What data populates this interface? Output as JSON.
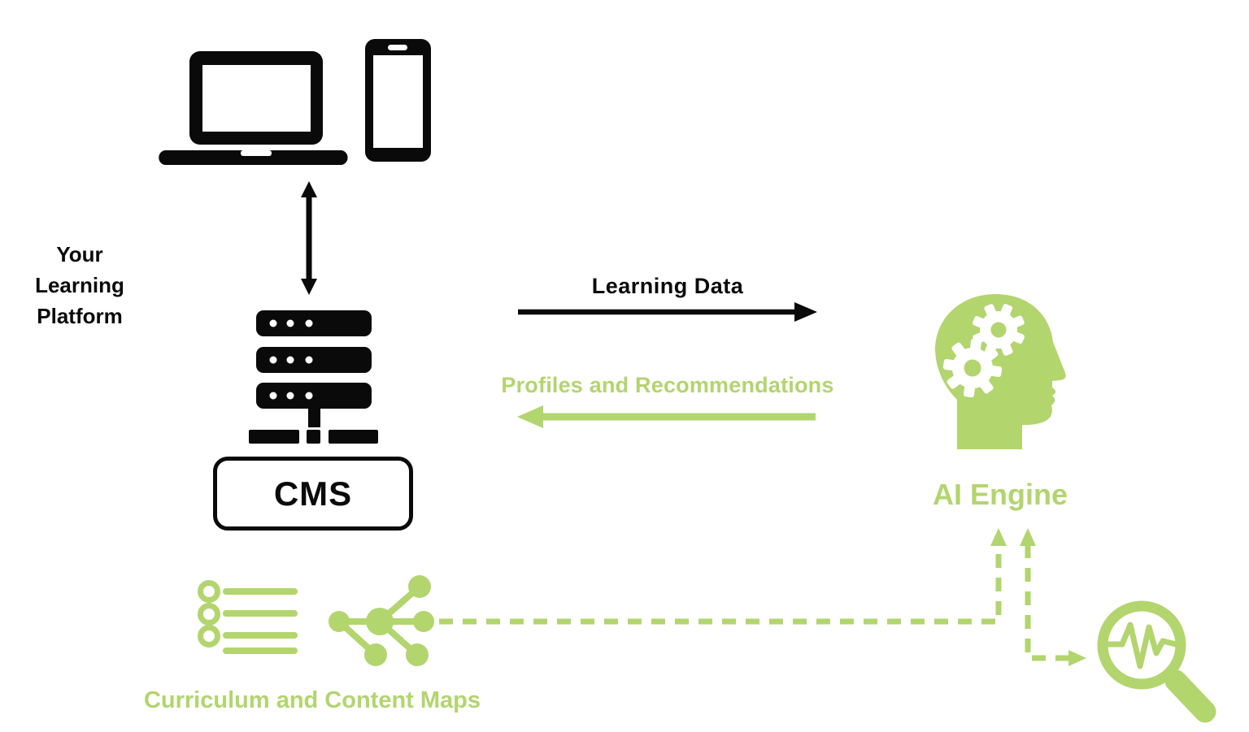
{
  "colors": {
    "accent_green": "#b2d56e",
    "ink": "#0a0a0a"
  },
  "icons": {
    "devices": "laptop-and-smartphone-icon",
    "sync": "vertical-double-arrow-icon",
    "server": "server-stack-icon",
    "ai": "head-with-gears-icon",
    "list": "bulleted-list-icon",
    "map": "network-tree-icon",
    "search": "magnifier-pulse-icon"
  },
  "labels": {
    "platform_lines": [
      "Your",
      "Learning",
      "Platform"
    ],
    "cms": "CMS",
    "learning_data": "Learning Data",
    "profiles": "Profiles and Recommendations",
    "ai_engine": "AI Engine",
    "curriculum": "Curriculum and Content Maps"
  }
}
